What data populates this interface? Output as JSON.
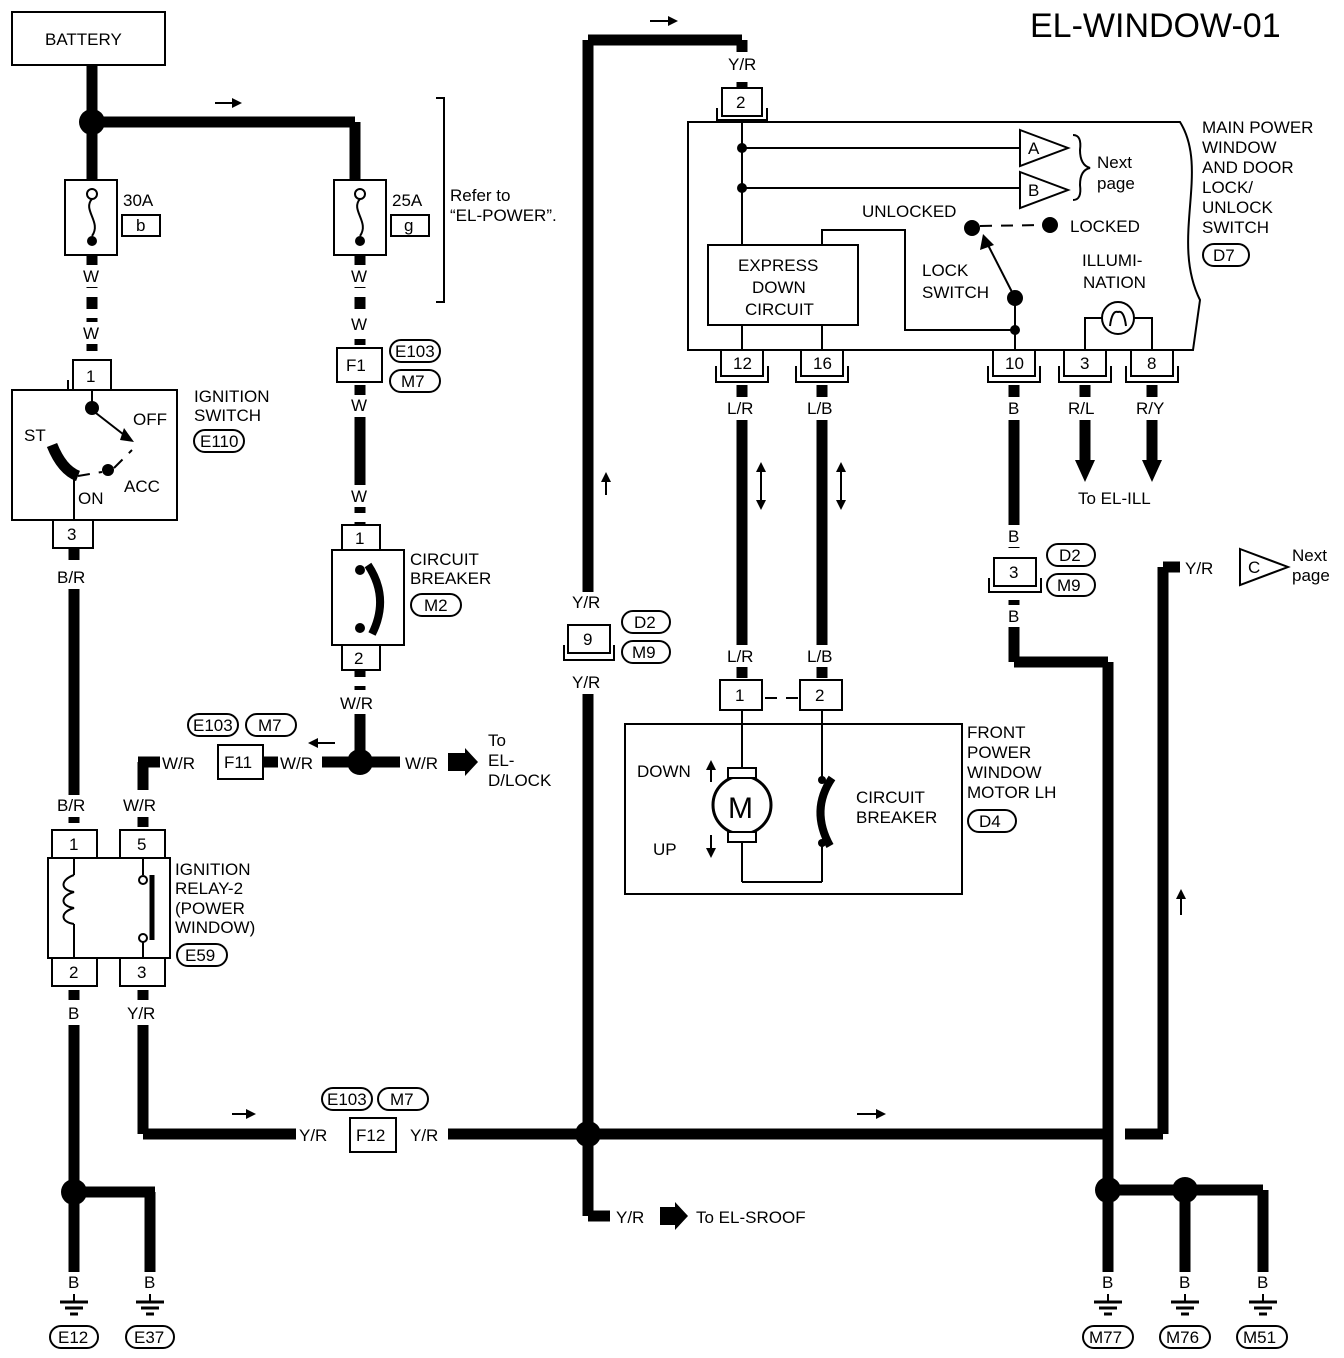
{
  "title": "EL-WINDOW-01",
  "battery": "BATTERY",
  "fuse_30a": {
    "rating": "30A",
    "letter": "b"
  },
  "fuse_25a": {
    "rating": "25A",
    "letter": "g"
  },
  "refer": {
    "line1": "Refer to",
    "line2": "“EL-POWER”."
  },
  "wire_codes": {
    "w": "W",
    "br": "B/R",
    "wr": "W/R",
    "yr": "Y/R",
    "b": "B",
    "lr": "L/R",
    "lb": "L/B",
    "rl": "R/L",
    "ry": "R/Y"
  },
  "ignition_switch": {
    "label_lines": [
      "IGNITION",
      "SWITCH"
    ],
    "code": "E110",
    "pin_top": "1",
    "pin_bottom": "3",
    "positions": {
      "st": "ST",
      "on": "ON",
      "acc": "ACC",
      "off": "OFF"
    }
  },
  "connector_f1": {
    "name": "F1",
    "codes": [
      "E103",
      "M7"
    ]
  },
  "circuit_breaker_m2": {
    "label_lines": [
      "CIRCUIT",
      "BREAKER"
    ],
    "code": "M2",
    "pin_top": "1",
    "pin_bottom": "2"
  },
  "connector_f11": {
    "name": "F11",
    "codes": [
      "E103",
      "M7"
    ]
  },
  "to_eldlock": [
    "To",
    "EL-",
    "D/LOCK"
  ],
  "relay": {
    "label_lines": [
      "IGNITION",
      "RELAY-2",
      "(POWER",
      "WINDOW)"
    ],
    "code": "E59",
    "pins": {
      "p1": "1",
      "p5": "5",
      "p2": "2",
      "p3": "3"
    }
  },
  "connector_f12": {
    "name": "F12",
    "codes": [
      "E103",
      "M7"
    ]
  },
  "connector_9": {
    "pin": "9",
    "codes": [
      "D2",
      "M9"
    ]
  },
  "to_elsroof": "To EL-SROOF",
  "main_switch": {
    "label_lines": [
      "MAIN POWER",
      "WINDOW",
      "AND DOOR",
      "LOCK/",
      "UNLOCK",
      "SWITCH"
    ],
    "code": "D7",
    "pin_top": "2",
    "pins_bottom": [
      "12",
      "16",
      "10",
      "3",
      "8"
    ],
    "express": [
      "EXPRESS",
      "DOWN",
      "CIRCUIT"
    ],
    "lock_switch": [
      "LOCK",
      "SWITCH"
    ],
    "unlocked": "UNLOCKED",
    "locked": "LOCKED",
    "illumination": [
      "ILLUMI-",
      "NATION"
    ],
    "next_page": [
      "Next",
      "page"
    ],
    "markers": [
      "A",
      "B"
    ]
  },
  "to_elill": "To EL-ILL",
  "connector_3": {
    "pin": "3",
    "codes": [
      "D2",
      "M9"
    ]
  },
  "marker_c": {
    "letter": "C",
    "next_page": [
      "Next",
      "page"
    ]
  },
  "motor": {
    "label_lines": [
      "FRONT",
      "POWER",
      "WINDOW",
      "MOTOR LH"
    ],
    "code": "D4",
    "pins": [
      "1",
      "2"
    ],
    "symbol": "M",
    "down": "DOWN",
    "up": "UP",
    "breaker": [
      "CIRCUIT",
      "BREAKER"
    ]
  },
  "grounds": [
    "E12",
    "E37",
    "M77",
    "M76",
    "M51"
  ]
}
